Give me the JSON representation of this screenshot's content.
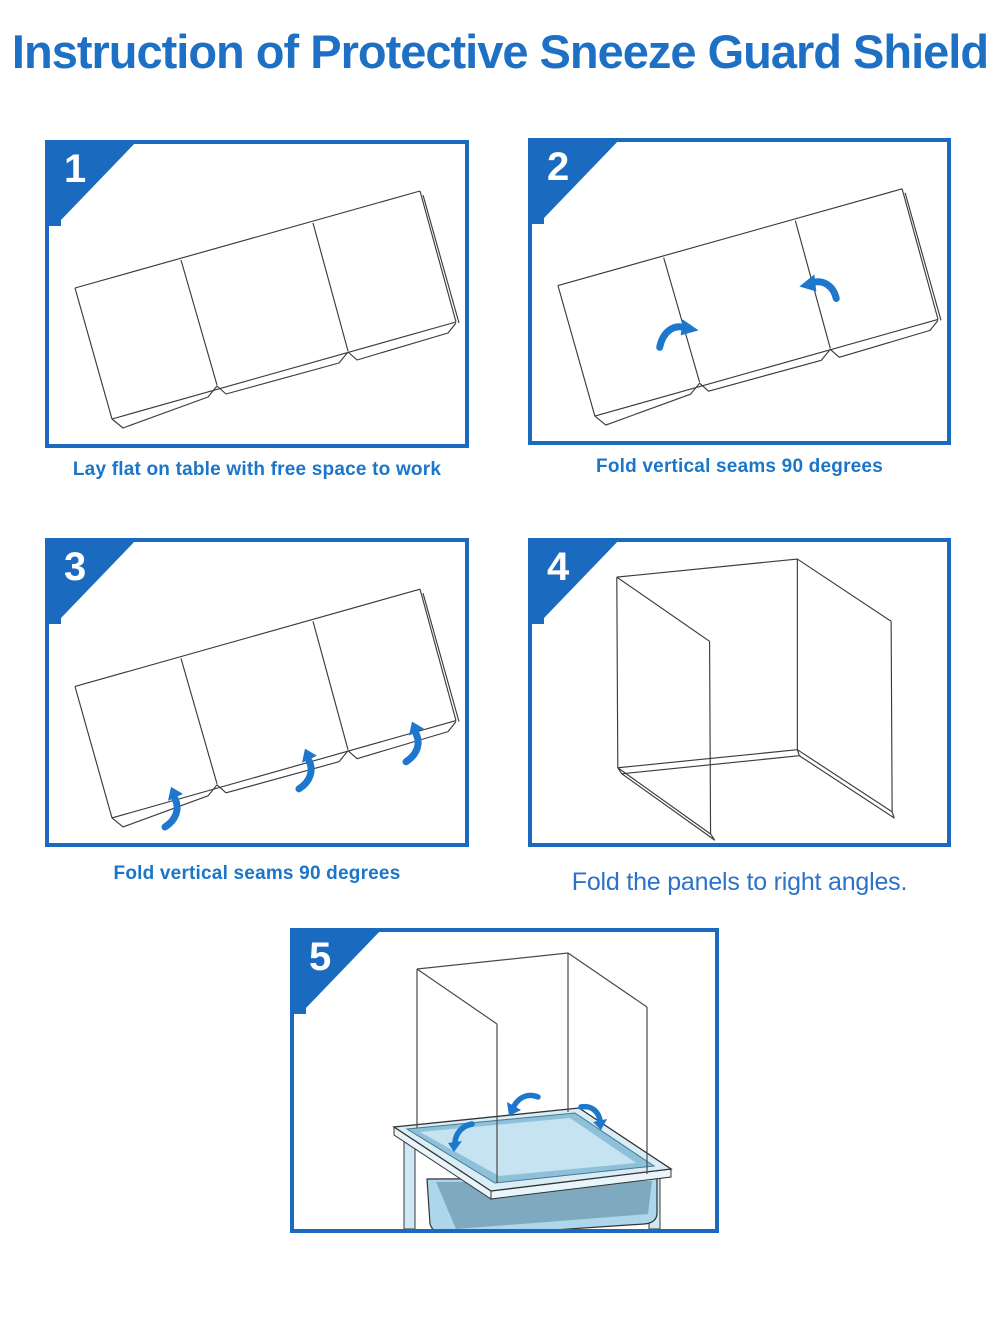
{
  "title": "Instruction of Protective Sneeze Guard Shield",
  "colors": {
    "primary_blue": "#1a6abf",
    "title_blue": "#1e70c4",
    "caption_blue": "#1b75c8",
    "arrow_blue": "#1d77cc",
    "desk_top": "#d9edf7",
    "desk_tray_rim": "#8fc0da",
    "desk_tray_floor": "#c6e3f1",
    "desk_bin": "#aed6ea",
    "desk_bin_interior": "#7fa9bf",
    "desk_leg": "#cfe8f5"
  },
  "steps": [
    {
      "number": "1",
      "caption": "Lay flat on table with free space to work"
    },
    {
      "number": "2",
      "caption": "Fold vertical seams 90 degrees"
    },
    {
      "number": "3",
      "caption": "Fold vertical seams 90 degrees"
    },
    {
      "number": "4",
      "caption": "Fold the panels to right angles."
    },
    {
      "number": "5"
    }
  ]
}
